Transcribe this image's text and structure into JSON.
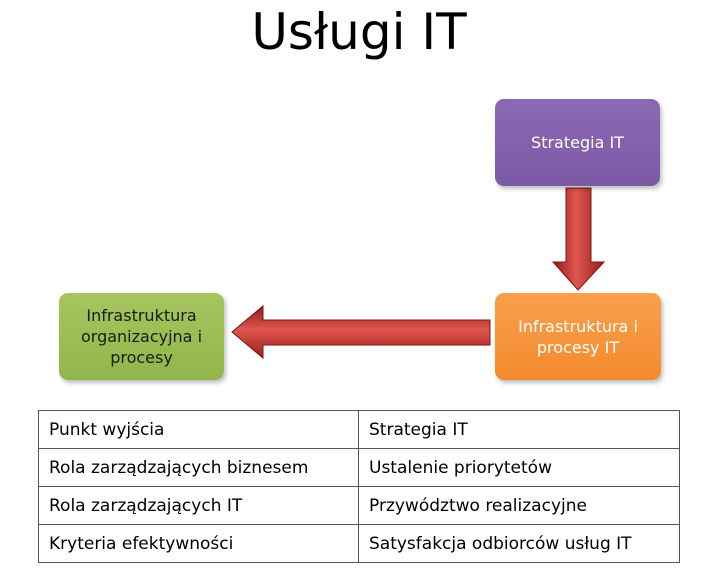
{
  "title": "Usługi IT",
  "nodes": {
    "strategia": "Strategia IT",
    "infra_procesy": "Infrastruktura i procesy IT",
    "infra_org": "Infrastruktura organizacyjna i procesy"
  },
  "table": {
    "rows": [
      [
        "Punkt wyjścia",
        "Strategia IT"
      ],
      [
        "Rola zarządzających biznesem",
        "Ustalenie priorytetów"
      ],
      [
        "Rola zarządzających IT",
        "Przywództwo realizacyjne"
      ],
      [
        "Kryteria efektywności",
        "Satysfakcja odbiorców usług IT"
      ]
    ]
  },
  "colors": {
    "strategia": "#8064a2",
    "infra_procesy": "#f79646",
    "infra_org": "#9bbb59",
    "arrow": "#c0302a"
  }
}
